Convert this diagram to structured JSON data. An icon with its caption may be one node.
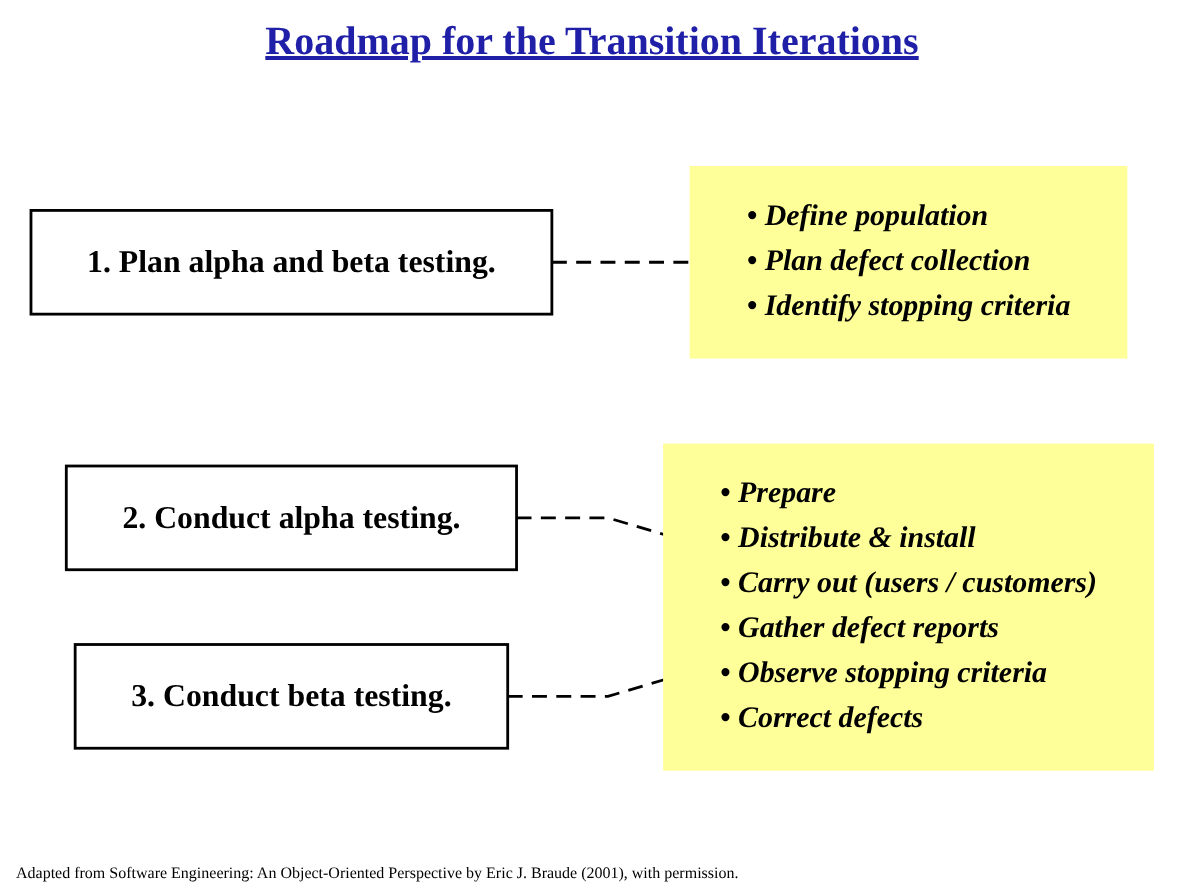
{
  "diagram": {
    "title": "Roadmap for the Transition Iterations",
    "caption": "Adapted from Software Engineering: An Object-Oriented Perspective by Eric J. Braude (2001), with permission.",
    "nodes": [
      {
        "text": [
          "1. Plan alpha and beta testing."
        ]
      },
      {
        "text": [
          "• Define population",
          "• Plan defect collection",
          "• Identify stopping criteria"
        ]
      },
      {
        "text": [
          "2. Conduct alpha testing."
        ]
      },
      {
        "text": [
          "• Prepare",
          "• Distribute & install",
          "• Carry out (users / customers)",
          "• Gather defect reports",
          "• Observe stopping criteria",
          "• Correct defects"
        ]
      },
      {
        "text": [
          "3. Conduct beta testing."
        ]
      }
    ],
    "edges": [
      {
        "from": 0,
        "to": 1,
        "arrow": "none",
        "style": "dashed"
      },
      {
        "from": 2,
        "to": 3,
        "arrow": "none",
        "style": "dashed"
      },
      {
        "from": 4,
        "to": 3,
        "arrow": "none",
        "style": "dashed"
      }
    ]
  }
}
